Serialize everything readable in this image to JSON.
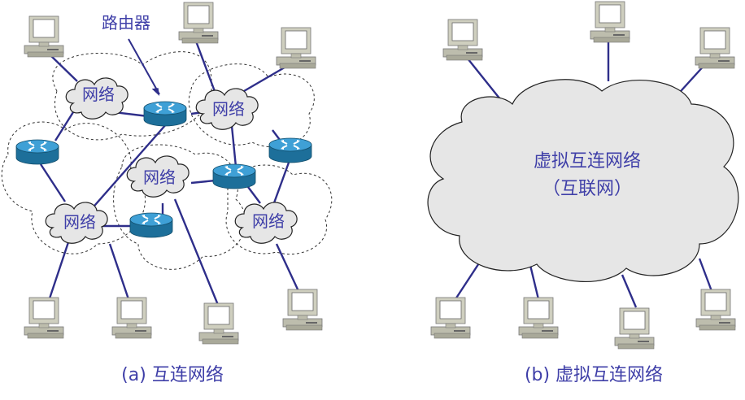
{
  "diagram_a": {
    "caption": "(a) 互连网络",
    "router_label": "路由器",
    "network_label": "网络",
    "networks": [
      {
        "label": "网络"
      },
      {
        "label": "网络"
      },
      {
        "label": "网络"
      },
      {
        "label": "网络"
      },
      {
        "label": "网络"
      }
    ]
  },
  "diagram_b": {
    "caption": "(b) 虚拟互连网络",
    "cloud_line1": "虚拟互连网络",
    "cloud_line2": "（互联网）"
  },
  "colors": {
    "link": "#2e2e8a",
    "text": "#3f3fa8",
    "router_top": "#3fa0d6",
    "router_side": "#1d6f9a",
    "cloud_fill": "#e6e6e6",
    "computer_body": "#cfcfbf"
  },
  "icons": [
    "computer-icon",
    "router-icon",
    "network-cloud"
  ]
}
